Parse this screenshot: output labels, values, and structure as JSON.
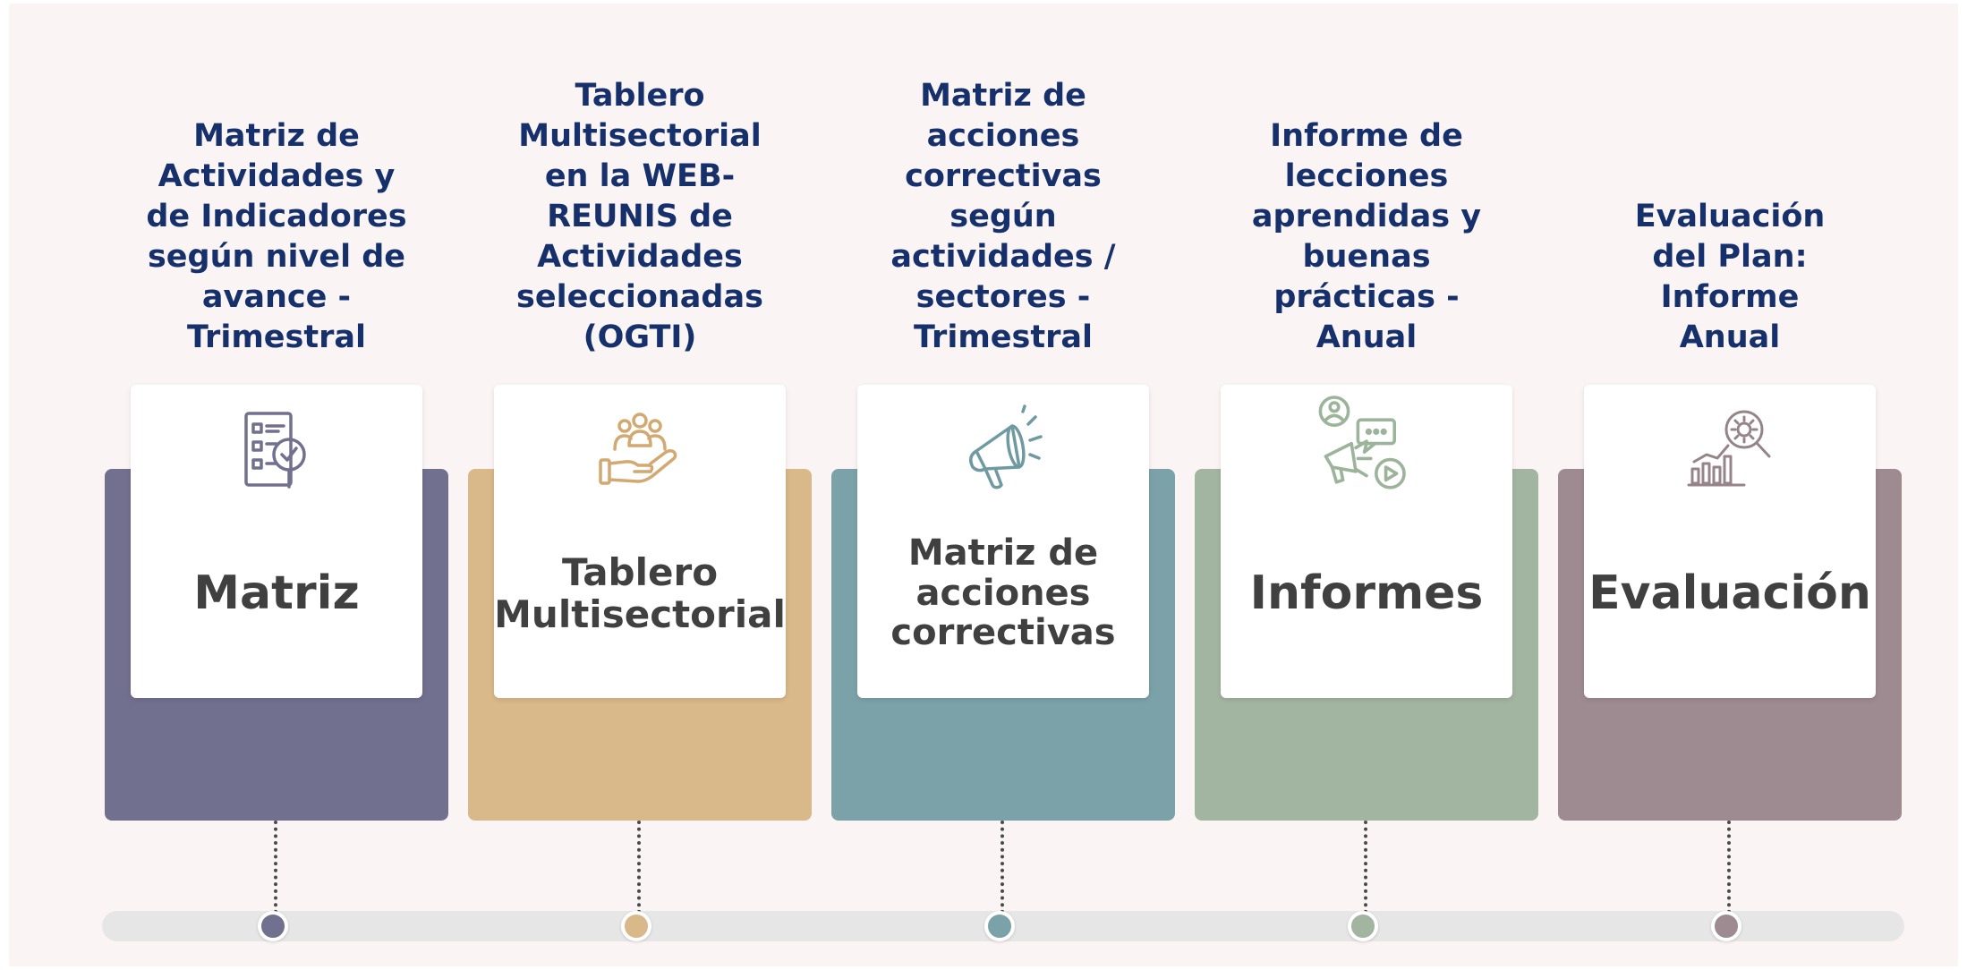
{
  "steps": [
    {
      "id": "matriz",
      "title": "Matriz",
      "caption": "Matriz de\nActividades y\nde Indicadores\nsegún nivel de\navance -\nTrimestral",
      "color": "#72708f",
      "icon": "checklist-magnifier-icon",
      "icon_color": "#72708f"
    },
    {
      "id": "tablero",
      "title": "Tablero\nMultisectorial",
      "caption": "Tablero\nMultisectorial\nen la WEB-\nREUNIS de\nActividades\nseleccionadas\n(OGTI)",
      "color": "#d9b889",
      "icon": "people-hand-icon",
      "icon_color": "#d2a970"
    },
    {
      "id": "acciones",
      "title": "Matriz de\nacciones\ncorrectivas",
      "caption": "Matriz de\nacciones\ncorrectivas\nsegún\nactividades /\nsectores -\nTrimestral",
      "color": "#7ca2a9",
      "icon": "megaphone-icon",
      "icon_color": "#6f9aa2"
    },
    {
      "id": "informes",
      "title": "Informes",
      "caption": "Informe de\nlecciones\naprendidas y\nbuenas\nprácticas -\nAnual",
      "color": "#a2b5a0",
      "icon": "communication-icon",
      "icon_color": "#9cb49a"
    },
    {
      "id": "evaluacion",
      "title": "Evaluación",
      "caption": "Evaluación\ndel Plan:\nInforme\nAnual",
      "color": "#9d8b91",
      "icon": "chart-gear-magnifier-icon",
      "icon_color": "#968488"
    }
  ],
  "track_color": "#e6e6e6",
  "caption_color": "#16306b"
}
